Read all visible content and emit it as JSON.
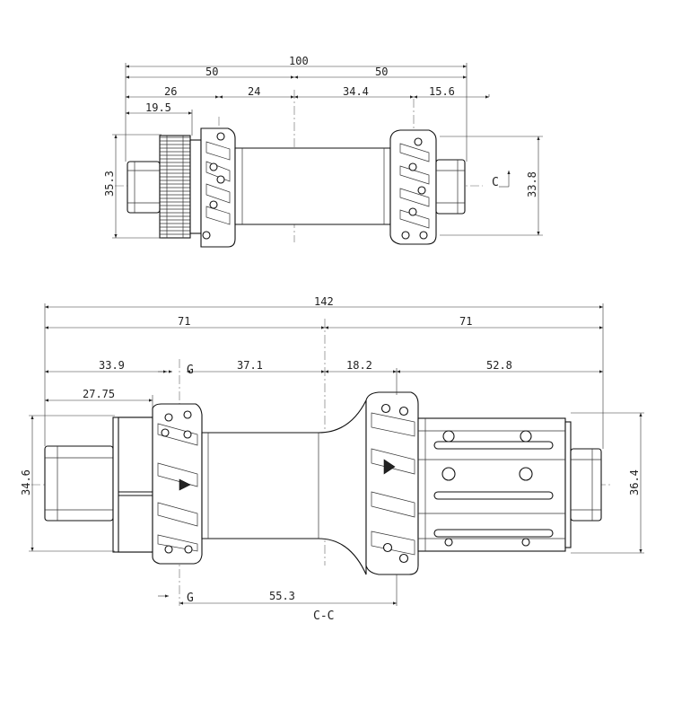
{
  "top_view": {
    "dims": {
      "total": "100",
      "left_half": "50",
      "right_half": "50",
      "left_flange_offset": "26",
      "left_center_gap": "24",
      "right_center_gap": "34.4",
      "right_flange_offset": "15.6",
      "rotor_offset": "19.5",
      "left_flange_dia": "35.3",
      "right_flange_dia": "33.8"
    },
    "section_marker": "C"
  },
  "bottom_view": {
    "dims": {
      "total": "142",
      "left_half": "71",
      "right_half": "71",
      "left_offset": "33.9",
      "left_center_gap": "37.1",
      "right_center_gap": "18.2",
      "right_offset": "52.8",
      "rotor_offset": "27.75",
      "flange_to_flange": "55.3",
      "left_flange_dia": "34.6",
      "right_flange_dia": "36.4"
    },
    "g_marker_top": "G",
    "g_marker_bottom": "G",
    "section_label": "C-C"
  }
}
